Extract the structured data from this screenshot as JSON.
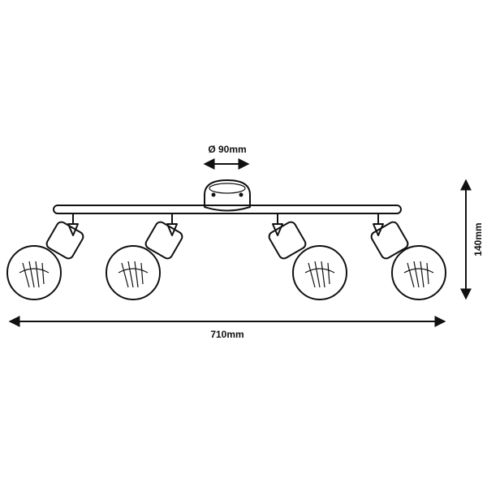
{
  "diagram": {
    "diameter_label": "Ø 90mm",
    "width_label": "710mm",
    "height_label": "140mm",
    "spot_count": 4
  }
}
